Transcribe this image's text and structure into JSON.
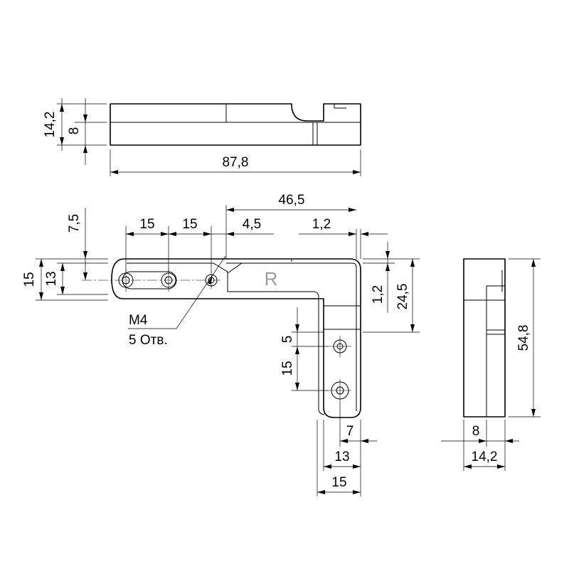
{
  "labels": {
    "top_height_total": "14,2",
    "top_height_inner": "8",
    "top_length": "87,8",
    "plan_overall": "46,5",
    "plan_hole_pitch_1": "15",
    "plan_hole_pitch_2": "15",
    "plan_offset_45": "4,5",
    "plan_offset_12_top": "1,2",
    "plan_75": "7,5",
    "plan_width_15": "15",
    "plan_width_13": "13",
    "plan_offset_12_side": "1,2",
    "plan_245": "24,5",
    "leg_5": "5",
    "leg_15": "15",
    "leg_7": "7",
    "leg_13": "13",
    "leg_15_bottom": "15",
    "hole_thread": "M4",
    "hole_count": "5 Отв.",
    "side_height": "54,8",
    "side_width_inner": "8",
    "side_width_total": "14,2",
    "part_mark": "R"
  },
  "colors": {
    "line": "#000000",
    "mark": "#9a9a9a",
    "background": "#ffffff"
  }
}
